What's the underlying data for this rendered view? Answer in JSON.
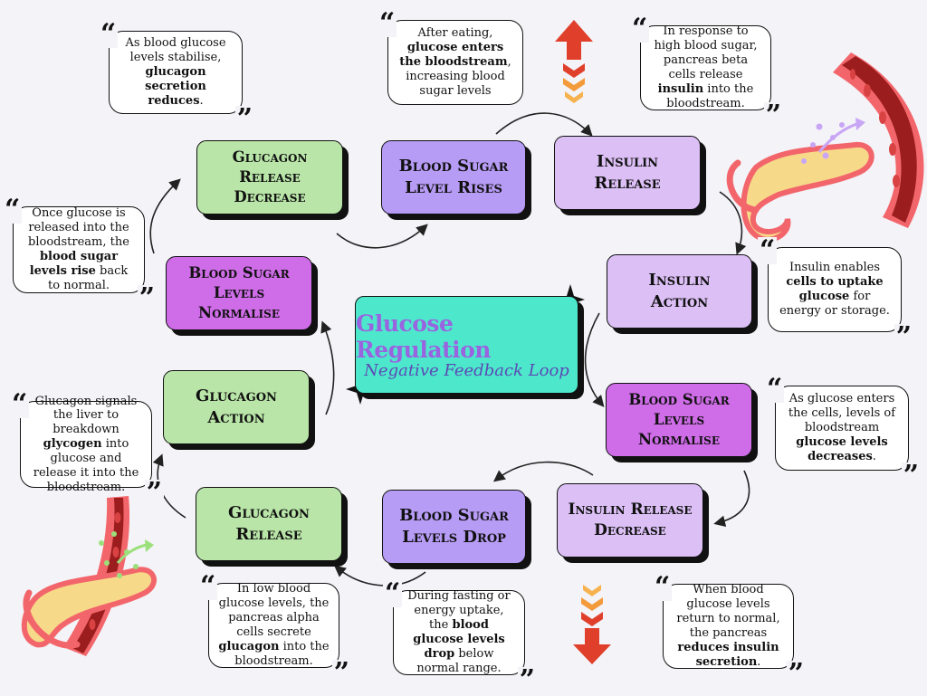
{
  "center": {
    "title": "Glucose Regulation",
    "subtitle": "Negative Feedback Loop"
  },
  "steps": [
    {
      "id": "blood-sugar-level-rises",
      "line1": "Blood Sugar",
      "line2": "Level Rises",
      "color": "#b79cf6"
    },
    {
      "id": "insulin-release",
      "line1": "Insulin",
      "line2": "Release",
      "color": "#dbbff5"
    },
    {
      "id": "insulin-action",
      "line1": "Insulin",
      "line2": "Action",
      "color": "#dbbff5"
    },
    {
      "id": "blood-sugar-levels-normalise-right",
      "line1": "Blood Sugar",
      "line2": "Levels Normalise",
      "color": "#cf6ce8"
    },
    {
      "id": "insulin-release-decrease",
      "line1": "Insulin Release",
      "line2": "Decrease",
      "color": "#dbbff5"
    },
    {
      "id": "blood-sugar-levels-drop",
      "line1": "Blood Sugar",
      "line2": "Levels Drop",
      "color": "#b79cf6"
    },
    {
      "id": "glucagon-release",
      "line1": "Glucagon",
      "line2": "Release",
      "color": "#b9e6a8"
    },
    {
      "id": "glucagon-action",
      "line1": "Glucagon",
      "line2": "Action",
      "color": "#b9e6a8"
    },
    {
      "id": "blood-sugar-levels-normalise-left",
      "line1": "Blood Sugar",
      "line2": "Levels Normalise",
      "color": "#cf6ce8"
    },
    {
      "id": "glucagon-release-decrease",
      "line1": "Glucagon",
      "line2": "Release Decrease",
      "color": "#b9e6a8"
    }
  ],
  "notes": {
    "after_eating": {
      "pre": "After eating, ",
      "bold": "glucose enters the bloodstream",
      "post": ", increasing blood sugar levels"
    },
    "insulin_release": {
      "pre": "In response to high blood sugar, pancreas beta cells release ",
      "bold": "insulin",
      "post": " into the bloodstream."
    },
    "insulin_action": {
      "pre": "Insulin enables ",
      "bold": "cells to uptake glucose",
      "post": " for energy or storage."
    },
    "normalise_right": {
      "pre": "As glucose enters the cells, levels of bloodstream ",
      "bold": "glucose levels decreases",
      "post": "."
    },
    "insulin_decrease": {
      "pre": "When blood glucose levels return to normal, the pancreas ",
      "bold": "reduces insulin secretion",
      "post": "."
    },
    "fasting": {
      "pre": "During fasting or energy uptake, the ",
      "bold": "blood glucose levels drop",
      "post": " below normal range."
    },
    "glucagon_release": {
      "pre": "In low blood glucose levels, the pancreas alpha cells secrete ",
      "bold": "glucagon",
      "post": " into the bloodstream."
    },
    "glucagon_action": {
      "pre": "Glucagon signals the liver to breakdown ",
      "bold": "glycogen",
      "post": " into glucose and release it into the bloodstream."
    },
    "normalise_left": {
      "pre": "Once glucose is released into the bloodstream, the ",
      "bold": "blood sugar levels rise",
      "post": " back to normal."
    },
    "glucagon_decrease": {
      "pre": "As blood glucose levels stabilise, ",
      "bold": "glucagon secretion reduces",
      "post": "."
    }
  },
  "quote_marks": {
    "open": "“",
    "close": "”"
  },
  "colors": {
    "background": "#f3f3f8",
    "center_fill": "#4de8cc",
    "up_arrow": "#e0402b",
    "down_arrow": "#e0402b",
    "chevron": "#f6b24e",
    "blood_vessel": "#a02323",
    "pancreas": "#f7d98a"
  }
}
